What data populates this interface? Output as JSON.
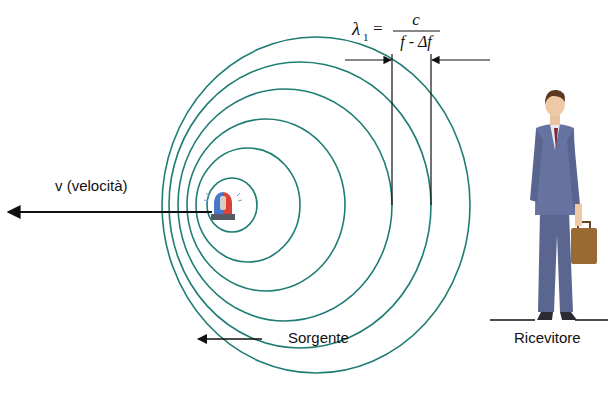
{
  "diagram": {
    "labels": [
      "λ",
      "1",
      "=",
      "c",
      "f - Δf",
      "v (velocità)",
      "Sorgente",
      "Ricevitore"
    ]
  }
}
